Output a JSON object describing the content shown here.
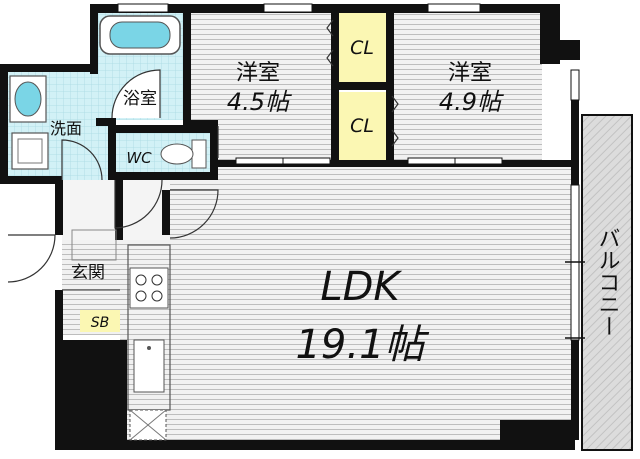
{
  "rooms": {
    "western_room_1": {
      "name": "洋室",
      "size": "4.5帖"
    },
    "western_room_2": {
      "name": "洋室",
      "size": "4.9帖"
    },
    "ldk": {
      "name": "LDK",
      "size": "19.1帖"
    },
    "bathroom": {
      "name": "浴室"
    },
    "washroom": {
      "name": "洗面"
    },
    "toilet": {
      "name": "WC"
    },
    "entrance": {
      "name": "玄関"
    },
    "shoe_box": {
      "name": "SB"
    },
    "closet_1": {
      "name": "CL"
    },
    "closet_2": {
      "name": "CL"
    },
    "balcony": {
      "name": "バルコニー"
    }
  },
  "colors": {
    "wall": "#111111",
    "room_fill": "#ececec",
    "wet_area_fill": "#cfeff5",
    "closet_fill": "#fbf7b3",
    "balcony_fill": "#dadada",
    "floor_line": "#bdbdbd"
  }
}
